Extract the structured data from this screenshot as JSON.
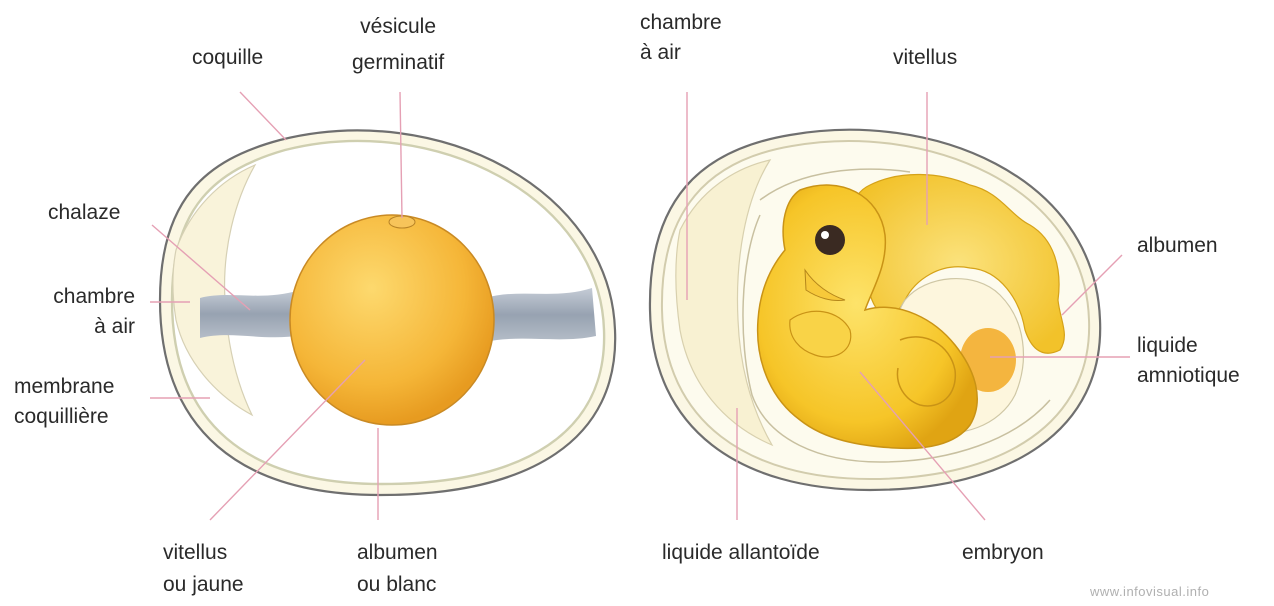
{
  "left_egg": {
    "labels": {
      "coquille": "coquille",
      "vesicule": [
        "vésicule",
        "germinatif"
      ],
      "chalaze": "chalaze",
      "chambre_air": [
        "chambre",
        "à air"
      ],
      "membrane": [
        "membrane",
        "coquillière"
      ],
      "vitellus_jaune": [
        "vitellus",
        "ou jaune"
      ],
      "albumen_blanc": [
        "albumen",
        "ou blanc"
      ]
    }
  },
  "right_egg": {
    "labels": {
      "chambre_air": [
        "chambre",
        "à air"
      ],
      "vitellus": "vitellus",
      "albumen": "albumen",
      "liquide_amniotique": [
        "liquide",
        "amniotique"
      ],
      "liquide_allantoide": "liquide allantoïde",
      "embryon": "embryon"
    }
  },
  "credit": "www.infovisual.info",
  "colors": {
    "leader_line": "#e5a0b4",
    "shell_fill": "#fbf7e4",
    "shell_stroke": "#7a7a7a",
    "yolk": "#f4b33c",
    "yolk_light": "#fbd86a",
    "embryo": "#f6c92e",
    "chalaza": "#a9b2bf",
    "label_text": "#2a2a2a"
  }
}
